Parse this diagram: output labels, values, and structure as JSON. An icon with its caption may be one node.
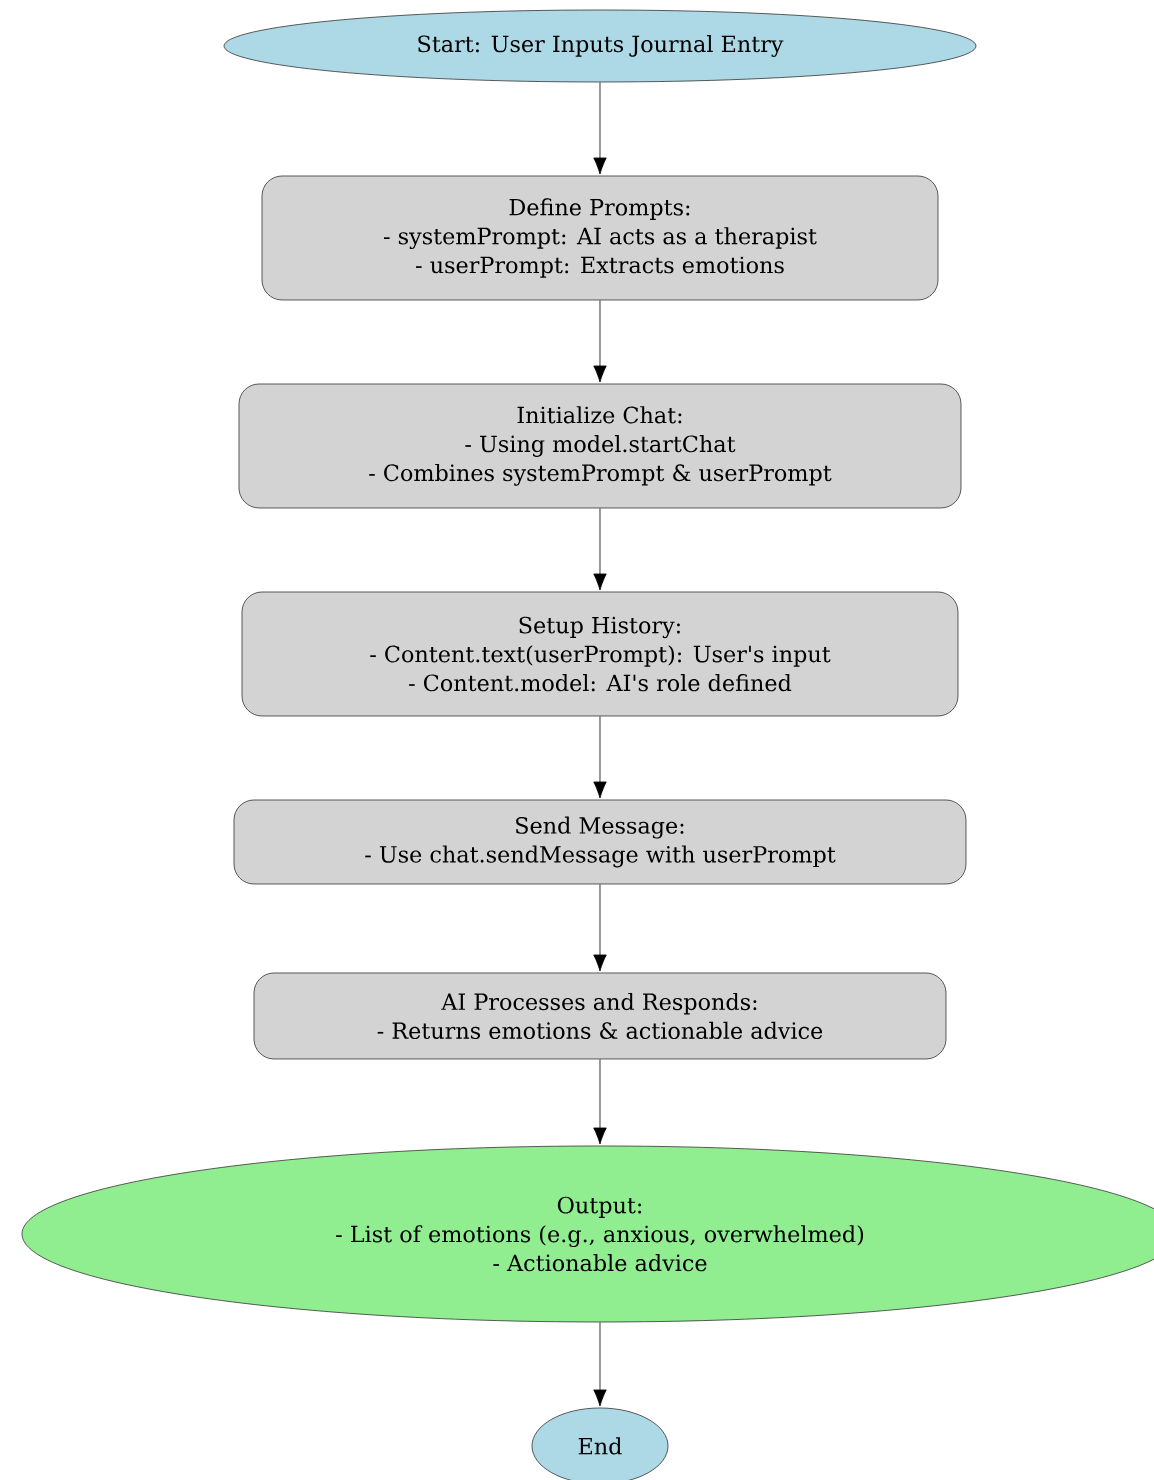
{
  "diagram": {
    "nodes": [
      {
        "text": [
          "Start: User Inputs Journal Entry"
        ]
      },
      {
        "text": [
          "Define Prompts:",
          "- systemPrompt: AI acts as a therapist",
          "- userPrompt: Extracts emotions"
        ]
      },
      {
        "text": [
          "Initialize Chat:",
          "- Using model.startChat",
          "- Combines systemPrompt & userPrompt"
        ]
      },
      {
        "text": [
          "Setup History:",
          "- Content.text(userPrompt): User's input",
          "- Content.model: AI's role defined"
        ]
      },
      {
        "text": [
          "Send Message:",
          "- Use chat.sendMessage with userPrompt"
        ]
      },
      {
        "text": [
          "AI Processes and Responds:",
          "- Returns emotions & actionable advice"
        ]
      },
      {
        "text": [
          "Output:",
          "- List of emotions (e.g., anxious, overwhelmed)",
          "- Actionable advice"
        ]
      },
      {
        "text": [
          "End"
        ]
      }
    ],
    "edges": [
      {
        "from": 0,
        "to": 1,
        "arrow": "to"
      },
      {
        "from": 1,
        "to": 2,
        "arrow": "to"
      },
      {
        "from": 2,
        "to": 3,
        "arrow": "to"
      },
      {
        "from": 3,
        "to": 4,
        "arrow": "to"
      },
      {
        "from": 4,
        "to": 5,
        "arrow": "to"
      },
      {
        "from": 5,
        "to": 6,
        "arrow": "to"
      },
      {
        "from": 6,
        "to": 7,
        "arrow": "to"
      }
    ]
  }
}
